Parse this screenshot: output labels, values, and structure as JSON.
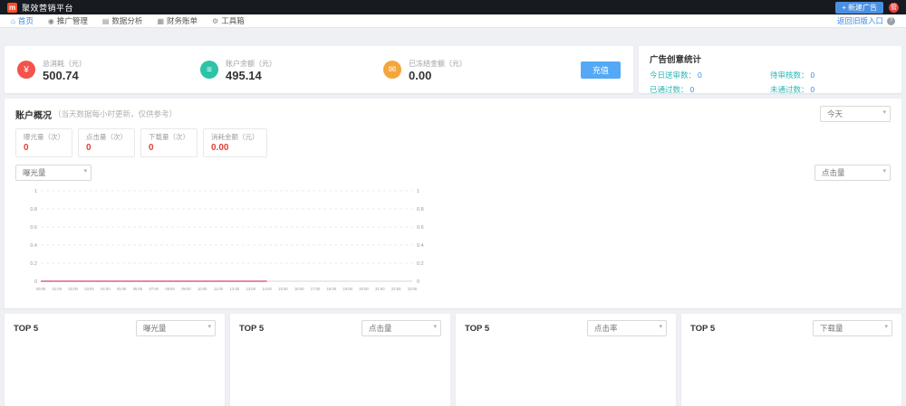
{
  "colors": {
    "accent_blue": "#4a90e2",
    "consume_red": "#f2544b",
    "balance_teal": "#2cc3a6",
    "frozen_orange": "#f5a53a",
    "metric_red": "#e0403a",
    "creative_teal": "#2ab6b6",
    "line_pink": "#d5426e"
  },
  "topbar": {
    "logo": "m",
    "title": "聚效营销平台",
    "new_ad_button": "+ 新建广告",
    "avatar": "管"
  },
  "navbar": {
    "items": [
      {
        "label": "首页",
        "icon": "⌂",
        "active": true
      },
      {
        "label": "推广管理",
        "icon": "◉",
        "active": false
      },
      {
        "label": "数据分析",
        "icon": "▤",
        "active": false
      },
      {
        "label": "财务账单",
        "icon": "▦",
        "active": false
      },
      {
        "label": "工具箱",
        "icon": "⚙",
        "active": false
      }
    ],
    "right_link": "返回旧版入口",
    "help_icon": "?"
  },
  "overview": {
    "stats": [
      {
        "icon": "¥",
        "color": "#f2544b",
        "label": "总消耗（元）",
        "value": "500.74"
      },
      {
        "icon": "≡",
        "color": "#2cc3a6",
        "label": "账户余额（元）",
        "value": "495.14"
      },
      {
        "icon": "✉",
        "color": "#f5a53a",
        "label": "已冻结金额（元）",
        "value": "0.00"
      }
    ],
    "recharge_button": "充值"
  },
  "creative": {
    "title": "广告创意统计",
    "items": [
      {
        "label": "今日送审数：",
        "value": "0"
      },
      {
        "label": "待审核数：",
        "value": "0"
      },
      {
        "label": "已通过数：",
        "value": "0"
      },
      {
        "label": "未通过数：",
        "value": "0"
      }
    ]
  },
  "account": {
    "title": "账户概况",
    "note": "（当天数据每小时更新，仅供参考）",
    "range_select": "今天",
    "metrics": [
      {
        "label": "曝光量（次）",
        "value": "0"
      },
      {
        "label": "点击量（次）",
        "value": "0"
      },
      {
        "label": "下载量（次）",
        "value": "0"
      },
      {
        "label": "消耗金额（元）",
        "value": "0.00"
      }
    ],
    "left_select": "曝光量",
    "right_select": "点击量"
  },
  "chart_data": {
    "type": "line",
    "title": "",
    "x": [
      "00:00",
      "01:00",
      "02:00",
      "03:00",
      "04:00",
      "05:00",
      "06:00",
      "07:00",
      "08:00",
      "09:00",
      "10:00",
      "11:00",
      "12:00",
      "13:00",
      "14:00",
      "15:00",
      "16:00",
      "17:00",
      "18:00",
      "19:00",
      "20:00",
      "21:00",
      "22:00",
      "23:00"
    ],
    "series": [
      {
        "name": "曝光量",
        "values": [
          0,
          0,
          0,
          0,
          0,
          0,
          0,
          0,
          0,
          0,
          0,
          0,
          0,
          0,
          0
        ]
      }
    ],
    "ylim": [
      0,
      1
    ],
    "yticks": [
      0,
      0.2,
      0.4,
      0.6,
      0.8,
      1
    ],
    "right_axis": true,
    "grid": "dashed-horizontal",
    "legend": "none",
    "line_color": "#d5426e"
  },
  "top5": {
    "cards": [
      {
        "title": "TOP 5",
        "select": "曝光量"
      },
      {
        "title": "TOP 5",
        "select": "点击量"
      },
      {
        "title": "TOP 5",
        "select": "点击率"
      },
      {
        "title": "TOP 5",
        "select": "下载量"
      }
    ]
  }
}
